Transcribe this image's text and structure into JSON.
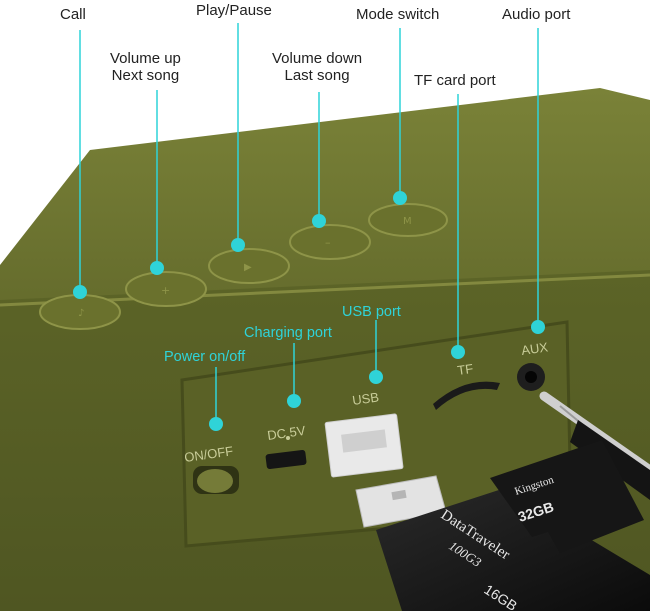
{
  "callouts_top": {
    "call": "Call",
    "volume_up": [
      "Volume up",
      "Next song"
    ],
    "play_pause": "Play/Pause",
    "volume_down": [
      "Volume down",
      "Last song"
    ],
    "mode_switch": "Mode switch",
    "tf_card_port": "TF card port",
    "audio_port": "Audio port"
  },
  "callouts_side": {
    "power": "Power on/off",
    "charging_port": "Charging port",
    "usb_port": "USB port"
  },
  "panel_markings": {
    "on_off": "ON/OFF",
    "dc": "DC 5V",
    "usb": "USB",
    "tf": "TF",
    "aux": "AUX"
  },
  "flash_drive": {
    "brand": "DataTraveler",
    "model": "100G3",
    "capacity": "16GB"
  },
  "sd_card": {
    "brand": "Kingston",
    "capacity": "32GB"
  },
  "colors": {
    "speaker_body": "#6b7331",
    "panel": "#5f6628",
    "callout_line": "#2fd3d8",
    "label_dark": "#222222"
  }
}
